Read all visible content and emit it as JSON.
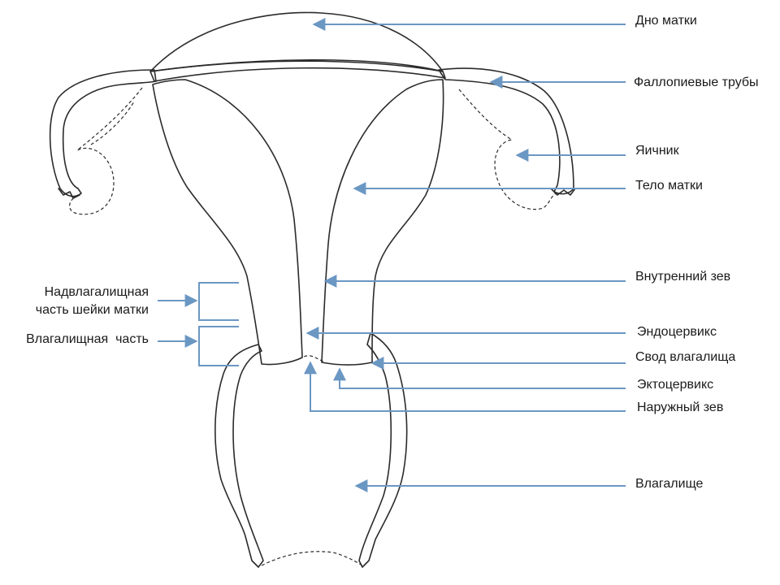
{
  "colors": {
    "leader": "#6b97c3",
    "ink": "#2b2b2b",
    "background": "#ffffff"
  },
  "labels": {
    "fundus": "Дно матки",
    "fallopian_tubes": "Фаллопиевые трубы",
    "ovary": "Яичник",
    "uterus_body": "Тело матки",
    "internal_os": "Внутренний зев",
    "endocervix": "Эндоцервикс",
    "vaginal_fornix": "Свод влагалища",
    "ectocervix": "Эктоцервикс",
    "external_os": "Наружный зев",
    "vagina": "Влагалище",
    "supravaginal_line1": "Надвлагалищная",
    "supravaginal_line2": "часть шейки матки",
    "vaginal_part": "Влагалищная  часть"
  }
}
